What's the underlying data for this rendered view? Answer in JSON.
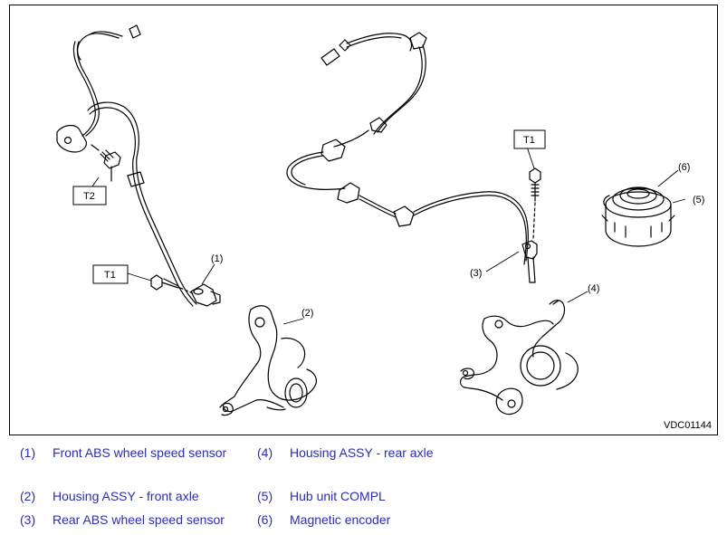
{
  "figure": {
    "id": "VDC01144",
    "callouts": [
      "(1)",
      "(2)",
      "(3)",
      "(4)",
      "(5)",
      "(6)"
    ],
    "torque_labels": [
      "T1",
      "T2",
      "T1"
    ]
  },
  "legend": [
    {
      "num": "(1)",
      "text": "Front ABS wheel speed sensor"
    },
    {
      "num": "(2)",
      "text": "Housing ASSY - front axle"
    },
    {
      "num": "(3)",
      "text": "Rear ABS wheel speed sensor"
    },
    {
      "num": "(4)",
      "text": "Housing ASSY - rear axle"
    },
    {
      "num": "(5)",
      "text": "Hub unit COMPL"
    },
    {
      "num": "(6)",
      "text": "Magnetic encoder"
    }
  ],
  "colors": {
    "legend_text": "#2b2bb8",
    "line_art": "#000000"
  }
}
